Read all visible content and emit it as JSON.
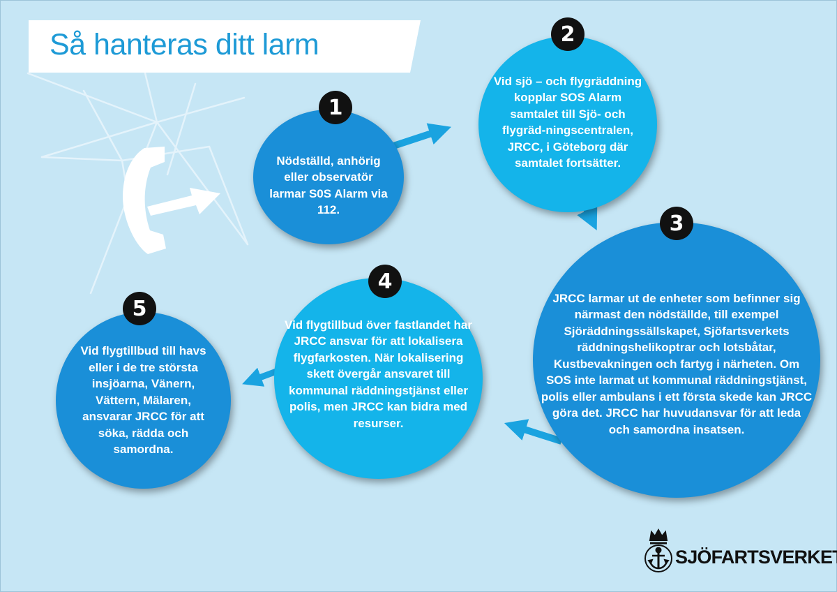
{
  "title": "Så hanteras ditt larm",
  "steps": [
    {
      "number": "1",
      "text": "Nödställd, anhörig eller observatör larmar S0S Alarm via 112."
    },
    {
      "number": "2",
      "text": "Vid sjö – och flygräddning kopplar SOS Alarm samtalet till Sjö- och flygräd-ningscentralen, JRCC, i Göteborg där samtalet fortsätter."
    },
    {
      "number": "3",
      "text": "JRCC larmar ut de enheter som befinner sig närmast den nödställde, till exempel Sjöräddningssällskapet, Sjöfartsverkets räddningshelikoptrar och lotsbåtar, Kustbevakningen och fartyg i närheten. Om SOS inte larmat ut kommunal räddningstjänst, polis eller ambulans i ett första skede kan JRCC göra det. JRCC har huvudansvar för att leda och samordna insatsen."
    },
    {
      "number": "4",
      "text": "Vid flygtillbud över fastlandet har JRCC ansvar för att lokalisera flygfarkosten. När lokalisering skett övergår ansvaret till kommunal räddningstjänst eller polis, men JRCC kan bidra med resurser."
    },
    {
      "number": "5",
      "text": "Vid flygtillbud till havs eller i de tre största insjöarna, Vänern, Vättern, Mälaren, ansvarar JRCC för att söka, rädda och samordna."
    }
  ],
  "logo": {
    "text": "SJÖFARTSVERKET",
    "emblem": "anchor-crown-emblem"
  },
  "icons": {
    "phone": "phone-handset-icon"
  },
  "colors": {
    "background": "#c6e6f5",
    "circle_dark": "#1a8fd8",
    "circle_light": "#14b4ea",
    "arrow": "#1aa3e0",
    "title": "#1d9ad6",
    "badge": "#111111"
  }
}
